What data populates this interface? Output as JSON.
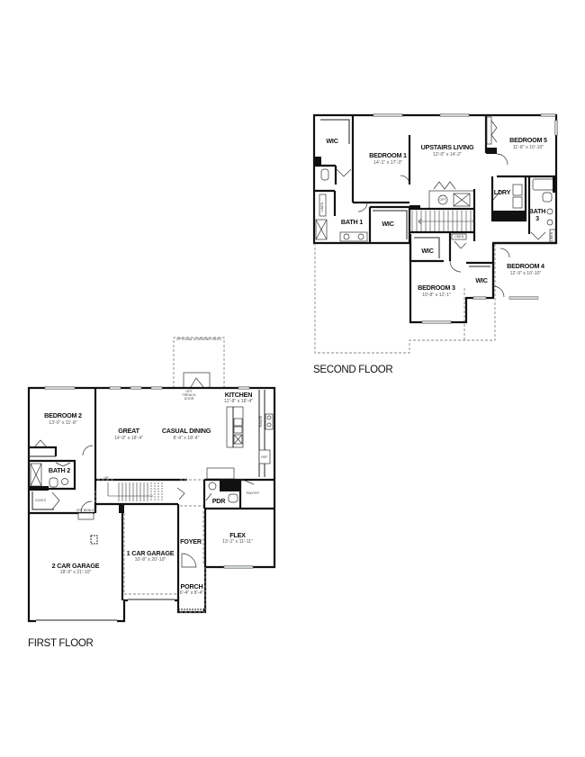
{
  "floors": {
    "first": {
      "label": "FIRST FLOOR",
      "rooms": {
        "bedroom2": {
          "name": "BEDROOM 2",
          "dims": "13'-0\" x 11'-8\""
        },
        "bath2": {
          "name": "BATH 2"
        },
        "great": {
          "name": "GREAT",
          "dims": "14'-0\" x 18'-4\""
        },
        "casual_dining": {
          "name": "CASUAL DINING",
          "dims": "8'-4\" x 18'-4\""
        },
        "kitchen": {
          "name": "KITCHEN",
          "dims": "12'-8\" x 18'-4\""
        },
        "pdr": {
          "name": "PDR"
        },
        "pantry": {
          "name": "PANTRY"
        },
        "foyer": {
          "name": "FOYER"
        },
        "flex": {
          "name": "FLEX",
          "dims": "13'-1\" x 11'-11\""
        },
        "porch": {
          "name": "PORCH",
          "dims": "6'-4\" x 8'-4\""
        },
        "garage_1car": {
          "name": "1 CAR GARAGE",
          "dims": "10'-8\" x 20'-10\""
        },
        "garage_2car": {
          "name": "2 CAR GARAGE",
          "dims": "18'-9\" x 21'-10\""
        }
      },
      "small_labels": {
        "coats": "COATS",
        "opt_bench": "OPT BENCH",
        "range": "RANGE",
        "ref": "REF",
        "opt_french_door_1": "OPT",
        "opt_french_door_2": "FRENCH",
        "opt_french_door_3": "DOOR",
        "optional_patio": "OPTIONAL SCREENED PATIO",
        "up": "UP"
      }
    },
    "second": {
      "label": "SECOND FLOOR",
      "rooms": {
        "wic_bed1": {
          "name": "WIC"
        },
        "bedroom1": {
          "name": "BEDROOM 1",
          "dims": "14'-1\" x 17'-3\""
        },
        "upstairs_living": {
          "name": "UPSTAIRS LIVING",
          "dims": "12'-0\" x 14'-2\""
        },
        "bedroom5": {
          "name": "BEDROOM 5",
          "dims": "11'-8\" x 10'-10\""
        },
        "bath1": {
          "name": "BATH 1"
        },
        "wic_bath1": {
          "name": "WIC"
        },
        "ldry": {
          "name": "LDRY"
        },
        "bath3_line1": {
          "name": "BATH"
        },
        "bath3_line2": {
          "name": "3"
        },
        "wic_bed3": {
          "name": "WIC"
        },
        "bedroom3": {
          "name": "BEDROOM 3",
          "dims": "10'-8\" x 12'-1\""
        },
        "wic_bed4": {
          "name": "WIC"
        },
        "bedroom4": {
          "name": "BEDROOM 4",
          "dims": "12'-9\" x 10'-10\""
        }
      },
      "small_labels": {
        "linen1": "LINEN",
        "linen2": "LINEN",
        "linen3": "LINEN",
        "dn": "DN",
        "opt": "OPT"
      }
    }
  }
}
